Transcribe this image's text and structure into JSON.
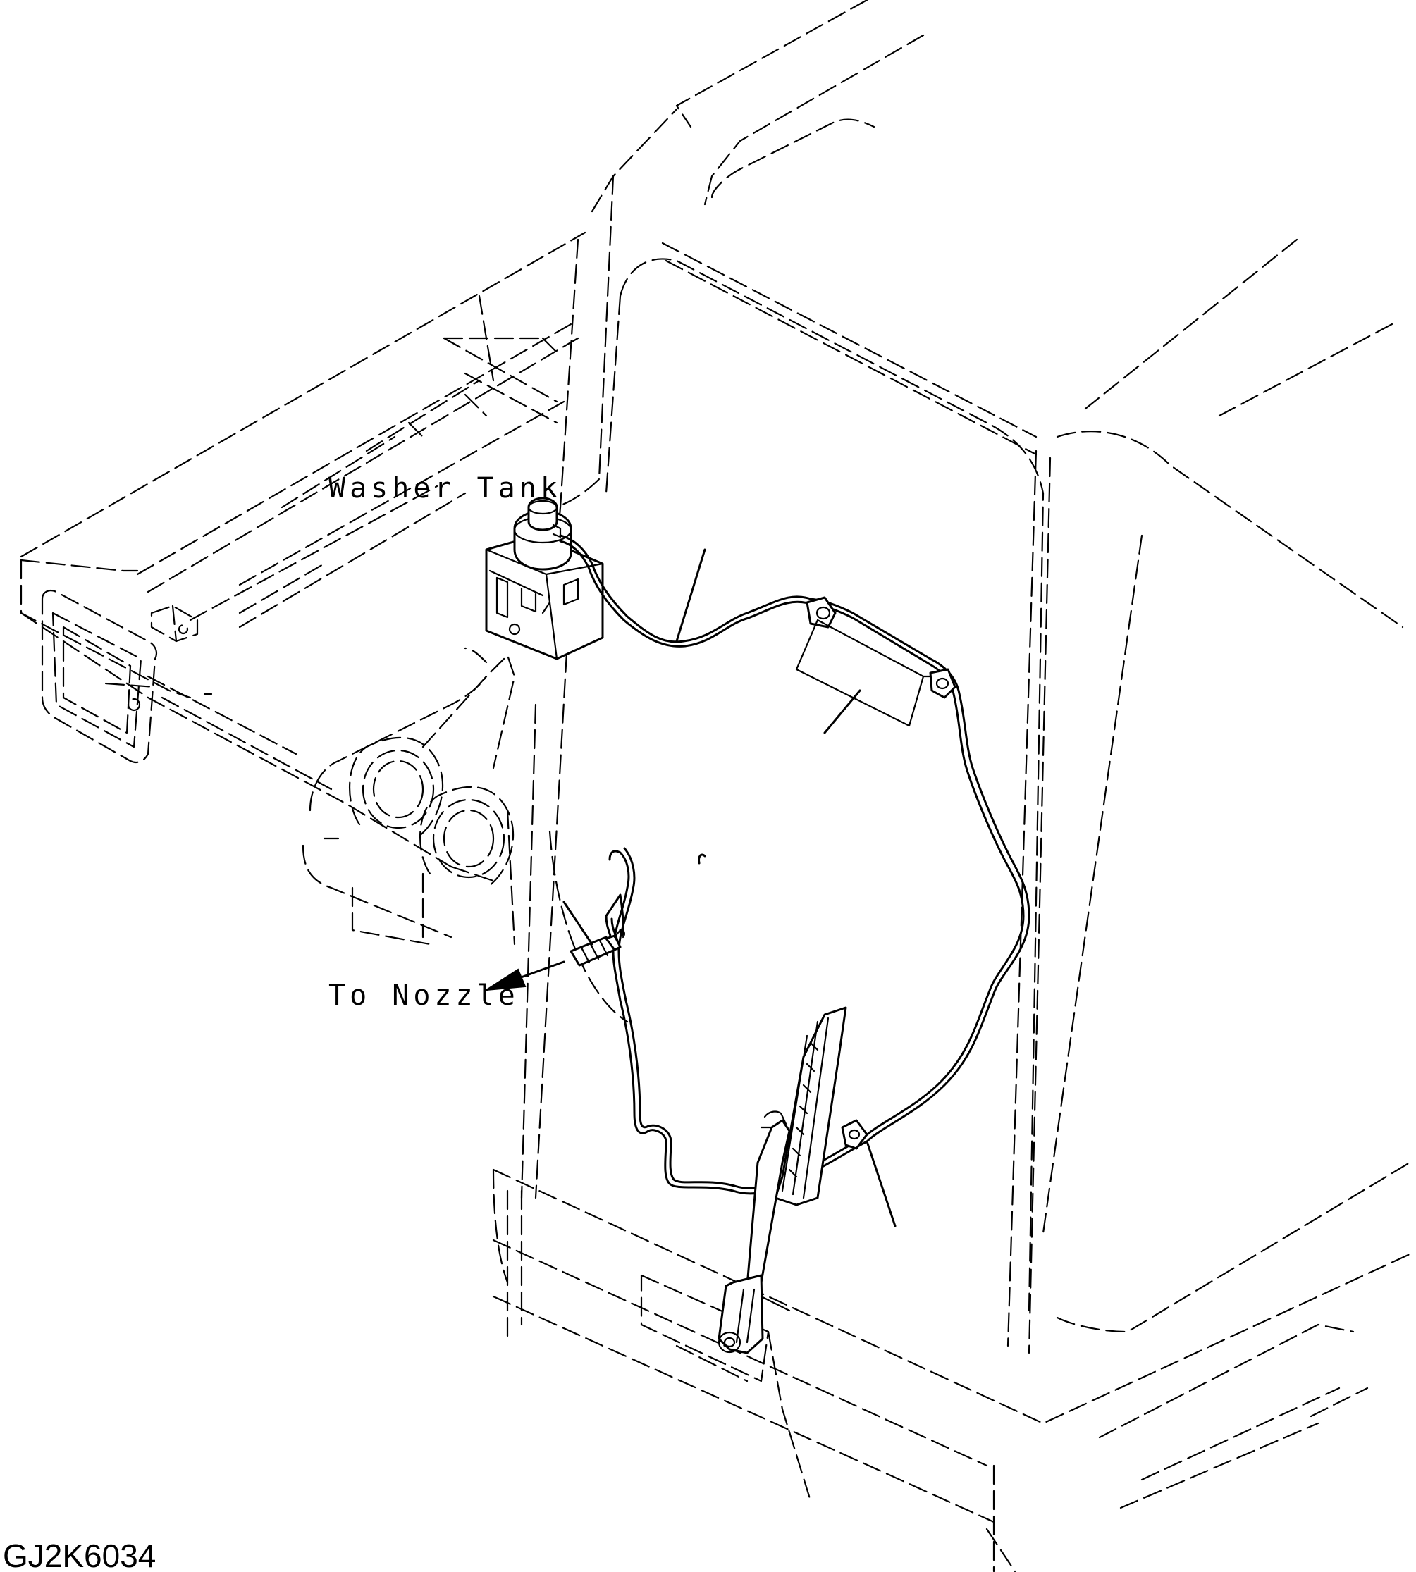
{
  "labels": {
    "washer_tank": "Washer Tank",
    "to_nozzle": "To Nozzle",
    "figure_code": "GJ2K6034"
  }
}
